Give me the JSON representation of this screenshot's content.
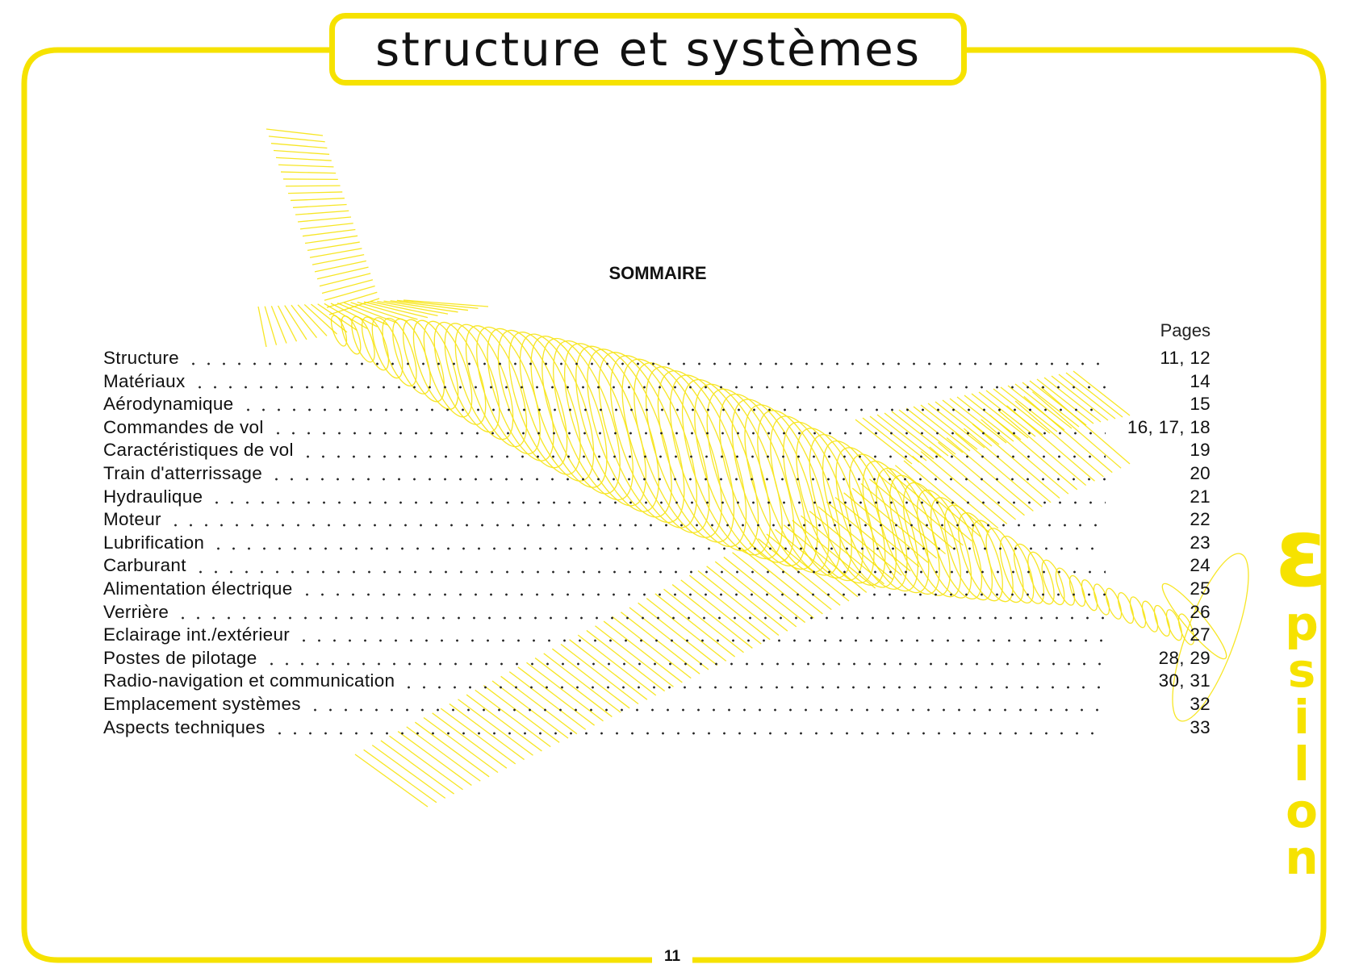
{
  "header": {
    "title": "structure et systèmes"
  },
  "summary": {
    "heading": "SOMMAIRE",
    "pages_header": "Pages",
    "items": [
      {
        "label": "Structure",
        "pages": "11, 12"
      },
      {
        "label": "Matériaux",
        "pages": "14"
      },
      {
        "label": "Aérodynamique",
        "pages": "15"
      },
      {
        "label": "Commandes de vol",
        "pages": "16, 17, 18"
      },
      {
        "label": "Caractéristiques de vol",
        "pages": "19"
      },
      {
        "label": "Train d'atterrissage",
        "pages": "20"
      },
      {
        "label": "Hydraulique",
        "pages": "21"
      },
      {
        "label": "Moteur",
        "pages": "22"
      },
      {
        "label": "Lubrification",
        "pages": "23"
      },
      {
        "label": "Carburant",
        "pages": "24"
      },
      {
        "label": "Alimentation électrique",
        "pages": "25"
      },
      {
        "label": "Verrière",
        "pages": "26"
      },
      {
        "label": "Eclairage int./extérieur",
        "pages": "27"
      },
      {
        "label": "Postes de pilotage",
        "pages": "28, 29"
      },
      {
        "label": "Radio-navigation et communication",
        "pages": "30, 31"
      },
      {
        "label": "Emplacement systèmes",
        "pages": "32"
      },
      {
        "label": "Aspects techniques",
        "pages": "33"
      }
    ]
  },
  "brand": {
    "initial": "ε",
    "rest": "psilon"
  },
  "footer": {
    "page_number": "11"
  },
  "colors": {
    "accent": "#f6e200",
    "text": "#111111",
    "background": "#ffffff"
  },
  "illustration": {
    "icon": "wireframe-airplane-icon"
  }
}
